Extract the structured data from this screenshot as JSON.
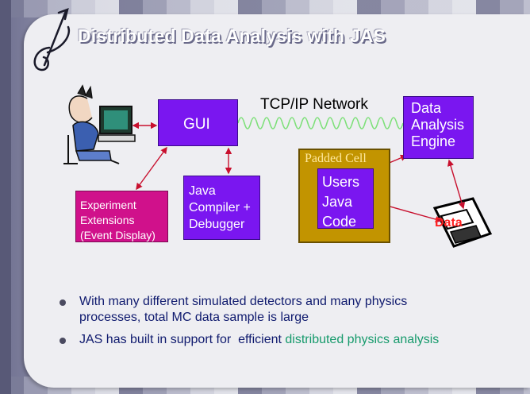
{
  "title": "Distributed Data Analysis with JAS",
  "diagram": {
    "network_label": "TCP/IP Network",
    "gui": "GUI",
    "engine": {
      "line1": "Data",
      "line2": "Analysis",
      "line3": "Engine"
    },
    "java": {
      "line1": "Java",
      "line2": "Compiler +",
      "line3": "Debugger"
    },
    "experiment": {
      "line1": "Experiment",
      "line2": "Extensions",
      "line3": "(Event Display)"
    },
    "padded_cell": "Padded Cell",
    "users_code": {
      "line1": "Users",
      "line2": "Java",
      "line3": "Code"
    },
    "data": "Data"
  },
  "bullets": {
    "b1_line1": "With many different simulated detectors and many physics",
    "b1_line2": "processes, total MC data sample is large",
    "b2_plain": "JAS has built in support for  efficient ",
    "b2_green": "distributed physics analysis"
  },
  "colors": {
    "purple": "#7a16f0",
    "magenta": "#d0118b",
    "gold": "#c29400",
    "arrow": "#c8102e",
    "wave": "#7ee07a"
  }
}
